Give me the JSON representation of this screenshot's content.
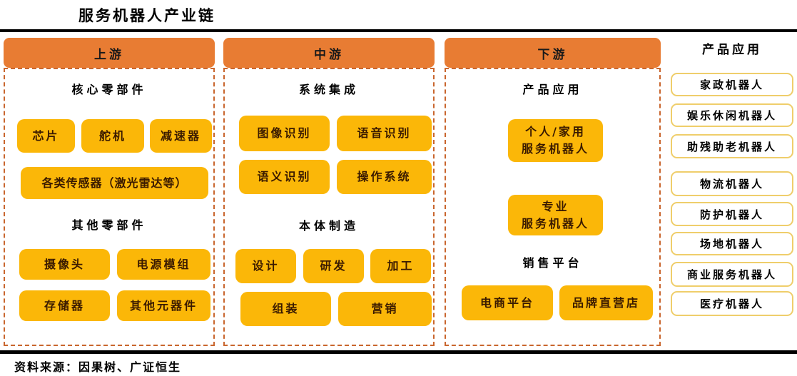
{
  "title": "服务机器人产业链",
  "source": "资料来源：因果树、广证恒生",
  "columns": [
    {
      "header": "上游",
      "sections": [
        {
          "heading": "核心零部件",
          "boxes": [
            "芯片",
            "舵机",
            "减速器",
            "各类传感器（激光雷达等）"
          ]
        },
        {
          "heading": "其他零部件",
          "boxes": [
            "摄像头",
            "电源模组",
            "存储器",
            "其他元器件"
          ]
        }
      ]
    },
    {
      "header": "中游",
      "sections": [
        {
          "heading": "系统集成",
          "boxes": [
            "图像识别",
            "语音识别",
            "语义识别",
            "操作系统"
          ]
        },
        {
          "heading": "本体制造",
          "boxes": [
            "设计",
            "研发",
            "加工",
            "组装",
            "营销"
          ]
        }
      ]
    },
    {
      "header": "下游",
      "sections": [
        {
          "heading": "产品应用",
          "boxes": [
            "个人/家用\n服务机器人",
            "专业\n服务机器人"
          ]
        },
        {
          "heading": "销售平台",
          "boxes": [
            "电商平台",
            "品牌直营店"
          ]
        }
      ]
    }
  ],
  "right_panel": {
    "title": "产品应用",
    "items": [
      "家政机器人",
      "娱乐休闲机器人",
      "助残助老机器人",
      "物流机器人",
      "防护机器人",
      "场地机器人",
      "商业服务机器人",
      "医疗机器人"
    ]
  },
  "colors": {
    "header_orange": "#E87C33",
    "box_yellow": "#FBB708",
    "dashed_border_orange": "#C9662E",
    "panel_border_gold": "#EFCE6B",
    "box_text_brown": "#3A1A00"
  }
}
